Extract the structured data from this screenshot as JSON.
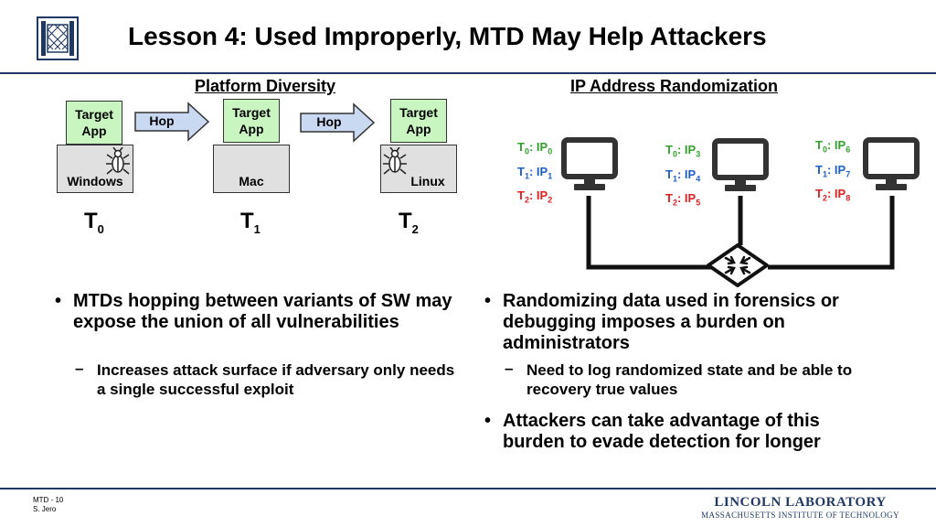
{
  "title": "Lesson 4: Used Improperly, MTD May Help Attackers",
  "left_panel": {
    "heading": "Platform Diversity",
    "app_label": "Target\nApp",
    "hop_label": "Hop",
    "platforms": [
      {
        "os": "Windows",
        "t": "T",
        "sub": "0"
      },
      {
        "os": "Mac",
        "t": "T",
        "sub": "1"
      },
      {
        "os": "Linux",
        "t": "T",
        "sub": "2"
      }
    ],
    "bullet": "MTDs hopping between variants of SW may expose the union of all vulnerabilities",
    "subbullet": "Increases attack surface if adversary only needs a single successful exploit"
  },
  "right_panel": {
    "heading": "IP Address Randomization",
    "hosts": [
      {
        "rows": [
          [
            "T",
            "0",
            "IP",
            "0"
          ],
          [
            "T",
            "1",
            "IP",
            "1"
          ],
          [
            "T",
            "2",
            "IP",
            "2"
          ]
        ]
      },
      {
        "rows": [
          [
            "T",
            "0",
            "IP",
            "3"
          ],
          [
            "T",
            "1",
            "IP",
            "4"
          ],
          [
            "T",
            "2",
            "IP",
            "5"
          ]
        ]
      },
      {
        "rows": [
          [
            "T",
            "0",
            "IP",
            "6"
          ],
          [
            "T",
            "1",
            "IP",
            "7"
          ],
          [
            "T",
            "2",
            "IP",
            "8"
          ]
        ]
      }
    ],
    "bullet1": "Randomizing data used in forensics or debugging imposes a burden on administrators",
    "subbullet": "Need to log randomized state and be able to recovery true values",
    "bullet2": "Attackers can take advantage of this burden to evade detection for longer"
  },
  "footer": {
    "slide": "MTD - 10",
    "author": "S. Jero",
    "org_line1": "LINCOLN LABORATORY",
    "org_line2": "MASSACHUSETTS INSTITUTE OF TECHNOLOGY"
  },
  "colors": {
    "green": "#33a02c",
    "blue": "#1f5fc8",
    "red": "#e02020",
    "navy": "#1f3864"
  }
}
